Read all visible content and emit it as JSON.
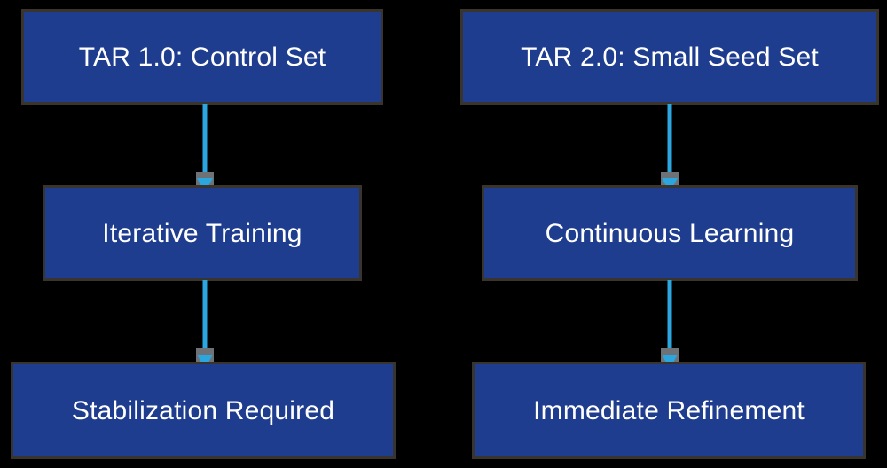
{
  "diagram": {
    "background_color": "#000000",
    "node_fill_color": "#1f3d8f",
    "node_border_color": "#3a342e",
    "connector_color": "#2ba6de",
    "connector_marker_color": "#6e7276",
    "node_text_color": "#ffffff",
    "columns": [
      {
        "id": "tar-1-0",
        "nodes": [
          {
            "id": "tar1",
            "label": "TAR 1.0: Control Set"
          },
          {
            "id": "iterative",
            "label": "Iterative Training"
          },
          {
            "id": "stabilize",
            "label": "Stabilization Required"
          }
        ],
        "edges": [
          {
            "from": "tar1",
            "to": "iterative",
            "arrow": "down"
          },
          {
            "from": "iterative",
            "to": "stabilize",
            "arrow": "down"
          }
        ]
      },
      {
        "id": "tar-2-0",
        "nodes": [
          {
            "id": "tar2",
            "label": "TAR 2.0: Small Seed Set"
          },
          {
            "id": "continuous",
            "label": "Continuous Learning"
          },
          {
            "id": "immediate",
            "label": "Immediate Refinement"
          }
        ],
        "edges": [
          {
            "from": "tar2",
            "to": "continuous",
            "arrow": "down"
          },
          {
            "from": "continuous",
            "to": "immediate",
            "arrow": "down"
          }
        ]
      }
    ]
  }
}
